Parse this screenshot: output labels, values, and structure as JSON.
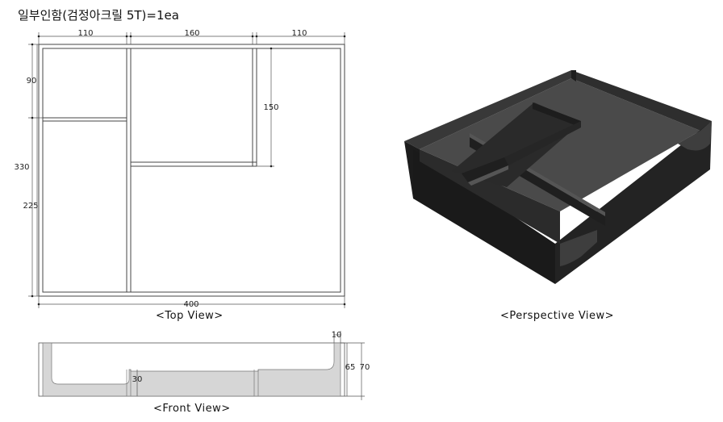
{
  "title": "일부인함(검정아크릴 5T)=1ea",
  "captions": {
    "top": "<Top View>",
    "front": "<Front View>",
    "perspective": "<Perspective View>"
  },
  "top_view_dims": {
    "w1": "110",
    "w2": "160",
    "w3": "110",
    "total_w": "400",
    "h1": "90",
    "h_total": "330",
    "h2": "225",
    "h_right": "150"
  },
  "front_view_dims": {
    "thick": "10",
    "h_inner": "65",
    "h_total": "70",
    "h_partition": "30"
  },
  "colors": {
    "acrylic_dark": "#3a3a3a",
    "acrylic_side": "#2a2a2a",
    "front_fill": "#d8d8d8"
  }
}
